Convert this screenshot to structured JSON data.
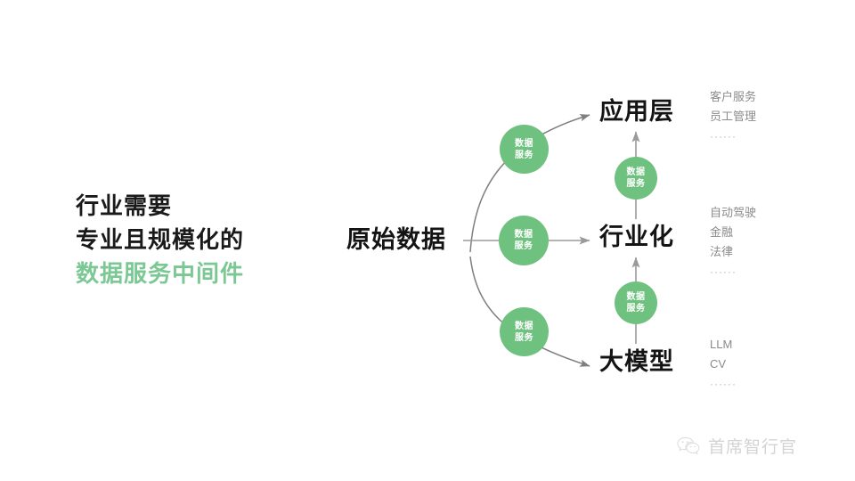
{
  "headline": {
    "lines": [
      {
        "text": "行业需要",
        "accent": false
      },
      {
        "text": "专业且规模化的",
        "accent": false
      },
      {
        "text": "数据服务中间件",
        "accent": true
      }
    ]
  },
  "diagram": {
    "source": {
      "label": "原始数据"
    },
    "service_nodes": [
      {
        "line1": "数据",
        "line2": "服务"
      },
      {
        "line1": "数据",
        "line2": "服务"
      },
      {
        "line1": "数据",
        "line2": "服务"
      },
      {
        "line1": "数据",
        "line2": "服务"
      },
      {
        "line1": "数据",
        "line2": "服务"
      }
    ],
    "layers": [
      {
        "label": "应用层",
        "details": [
          "客户服务",
          "员工管理"
        ],
        "ellipsis": "······"
      },
      {
        "label": "行业化",
        "details": [
          "自动驾驶",
          "金融",
          "法律"
        ],
        "ellipsis": "······"
      },
      {
        "label": "大模型",
        "details": [
          "LLM",
          "CV"
        ],
        "ellipsis": "······"
      }
    ]
  },
  "watermark": {
    "text": "首席智行官",
    "icon": "wechat-icon"
  },
  "colors": {
    "accent_green": "#7bc894",
    "node_green": "#6ec17e",
    "text_dark": "#141414",
    "text_muted": "#8b8b8b",
    "arrow_gray": "#8c8c8c",
    "background": "#ffffff"
  }
}
